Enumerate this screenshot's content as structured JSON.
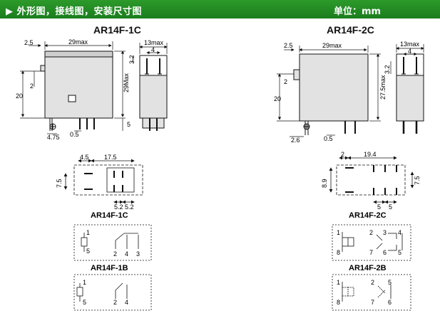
{
  "header": {
    "title": "▶ 外形图，接线图，安装尺寸图",
    "unit": "单位：mm",
    "color_top": "#2c9a2a",
    "color_bottom": "#1c7d1e"
  },
  "left": {
    "model": "AR14F-1C",
    "dims": {
      "top": "2.5",
      "width": "29max",
      "side_width": "13max",
      "side_inner": "4",
      "side_small": "3.2",
      "height": "29Max",
      "left_h": "20",
      "left_small": "2",
      "bottom_small": "5",
      "pin_a": "4.75",
      "pin_b": "0.5"
    },
    "pcb": {
      "d1": "4.5",
      "d2": "17.5",
      "d3": "7.5",
      "d4": "5.2",
      "d5": "5.2",
      "label": "AR14F-1C"
    },
    "wiring_1c": {
      "pins_coil": [
        "1",
        "5"
      ],
      "pins_contact": [
        "2",
        "4",
        "3"
      ]
    },
    "label_1b": "AR14F-1B",
    "wiring_1b": {
      "pins_coil": [
        "1",
        "5"
      ],
      "pins_contact": [
        "2",
        "4"
      ]
    }
  },
  "right": {
    "model": "AR14F-2C",
    "dims": {
      "top": "2.5",
      "width": "29max",
      "side_width": "13max",
      "side_inner": "4",
      "side_small": "3.2",
      "height": "27.5max",
      "left_h": "20",
      "left_small": "2",
      "pin_a": "2.6",
      "pin_b": "0.5"
    },
    "pcb": {
      "d1": "2",
      "d2": "19.4",
      "d3": "8.9",
      "d4": "7.5",
      "d5": "5",
      "d6": "5",
      "label": "AR14F-2C"
    },
    "wiring_2c": {
      "pins_coil": [
        "1",
        "8"
      ],
      "pins_top": [
        "2",
        "3",
        "4"
      ],
      "pins_bottom": [
        "7",
        "6",
        "5"
      ]
    },
    "label_2b": "AR14F-2B",
    "wiring_2b": {
      "pins_coil": [
        "1",
        "8"
      ],
      "pins_top": [
        "2",
        "5"
      ],
      "pins_bottom": [
        "7",
        "6"
      ]
    }
  }
}
